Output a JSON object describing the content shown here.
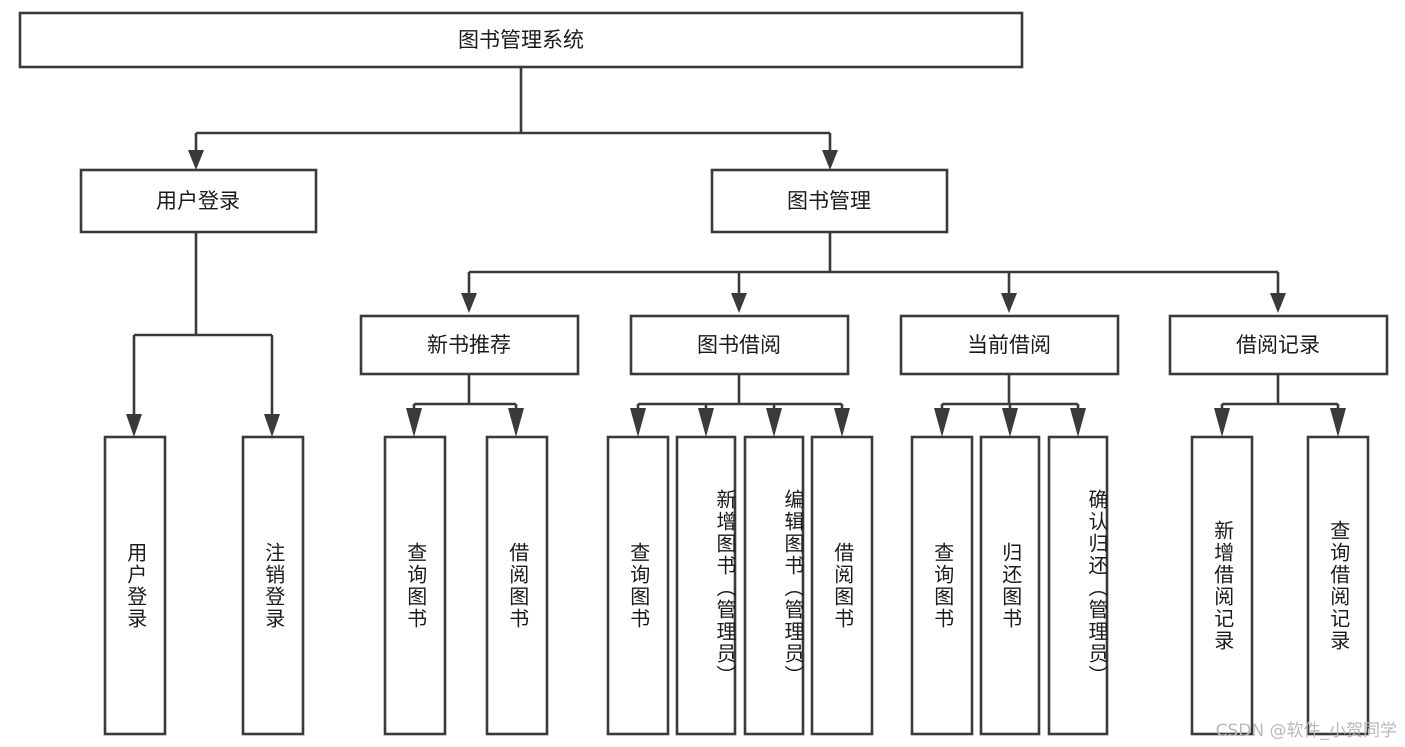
{
  "diagram": {
    "title": "图书管理系统",
    "type": "hierarchy-tree",
    "watermark": "CSDN @软件_小贺同学",
    "colors": {
      "box_stroke": "#3a3a3a",
      "box_fill": "#ffffff",
      "text": "#1b1b1b",
      "background": "#ffffff",
      "watermark": "#b9b9b9"
    },
    "levels": {
      "root": {
        "label": "图书管理系统"
      },
      "level2": [
        {
          "label": "用户登录"
        },
        {
          "label": "图书管理"
        }
      ],
      "level3": [
        {
          "label": "新书推荐"
        },
        {
          "label": "图书借阅"
        },
        {
          "label": "当前借阅"
        },
        {
          "label": "借阅记录"
        }
      ]
    },
    "leaves": {
      "user_login": [
        {
          "label": "用户登录"
        },
        {
          "label": "注销登录"
        }
      ],
      "new_book_recommend": [
        {
          "label": "查询图书"
        },
        {
          "label": "借阅图书"
        }
      ],
      "book_borrow": [
        {
          "label": "查询图书"
        },
        {
          "label": "新增图书（管理员）"
        },
        {
          "label": "编辑图书（管理员）"
        },
        {
          "label": "借阅图书"
        }
      ],
      "current_borrow": [
        {
          "label": "查询图书"
        },
        {
          "label": "归还图书"
        },
        {
          "label": "确认归还（管理员）"
        }
      ],
      "borrow_records": [
        {
          "label": "新增借阅记录"
        },
        {
          "label": "查询借阅记录"
        }
      ]
    }
  }
}
